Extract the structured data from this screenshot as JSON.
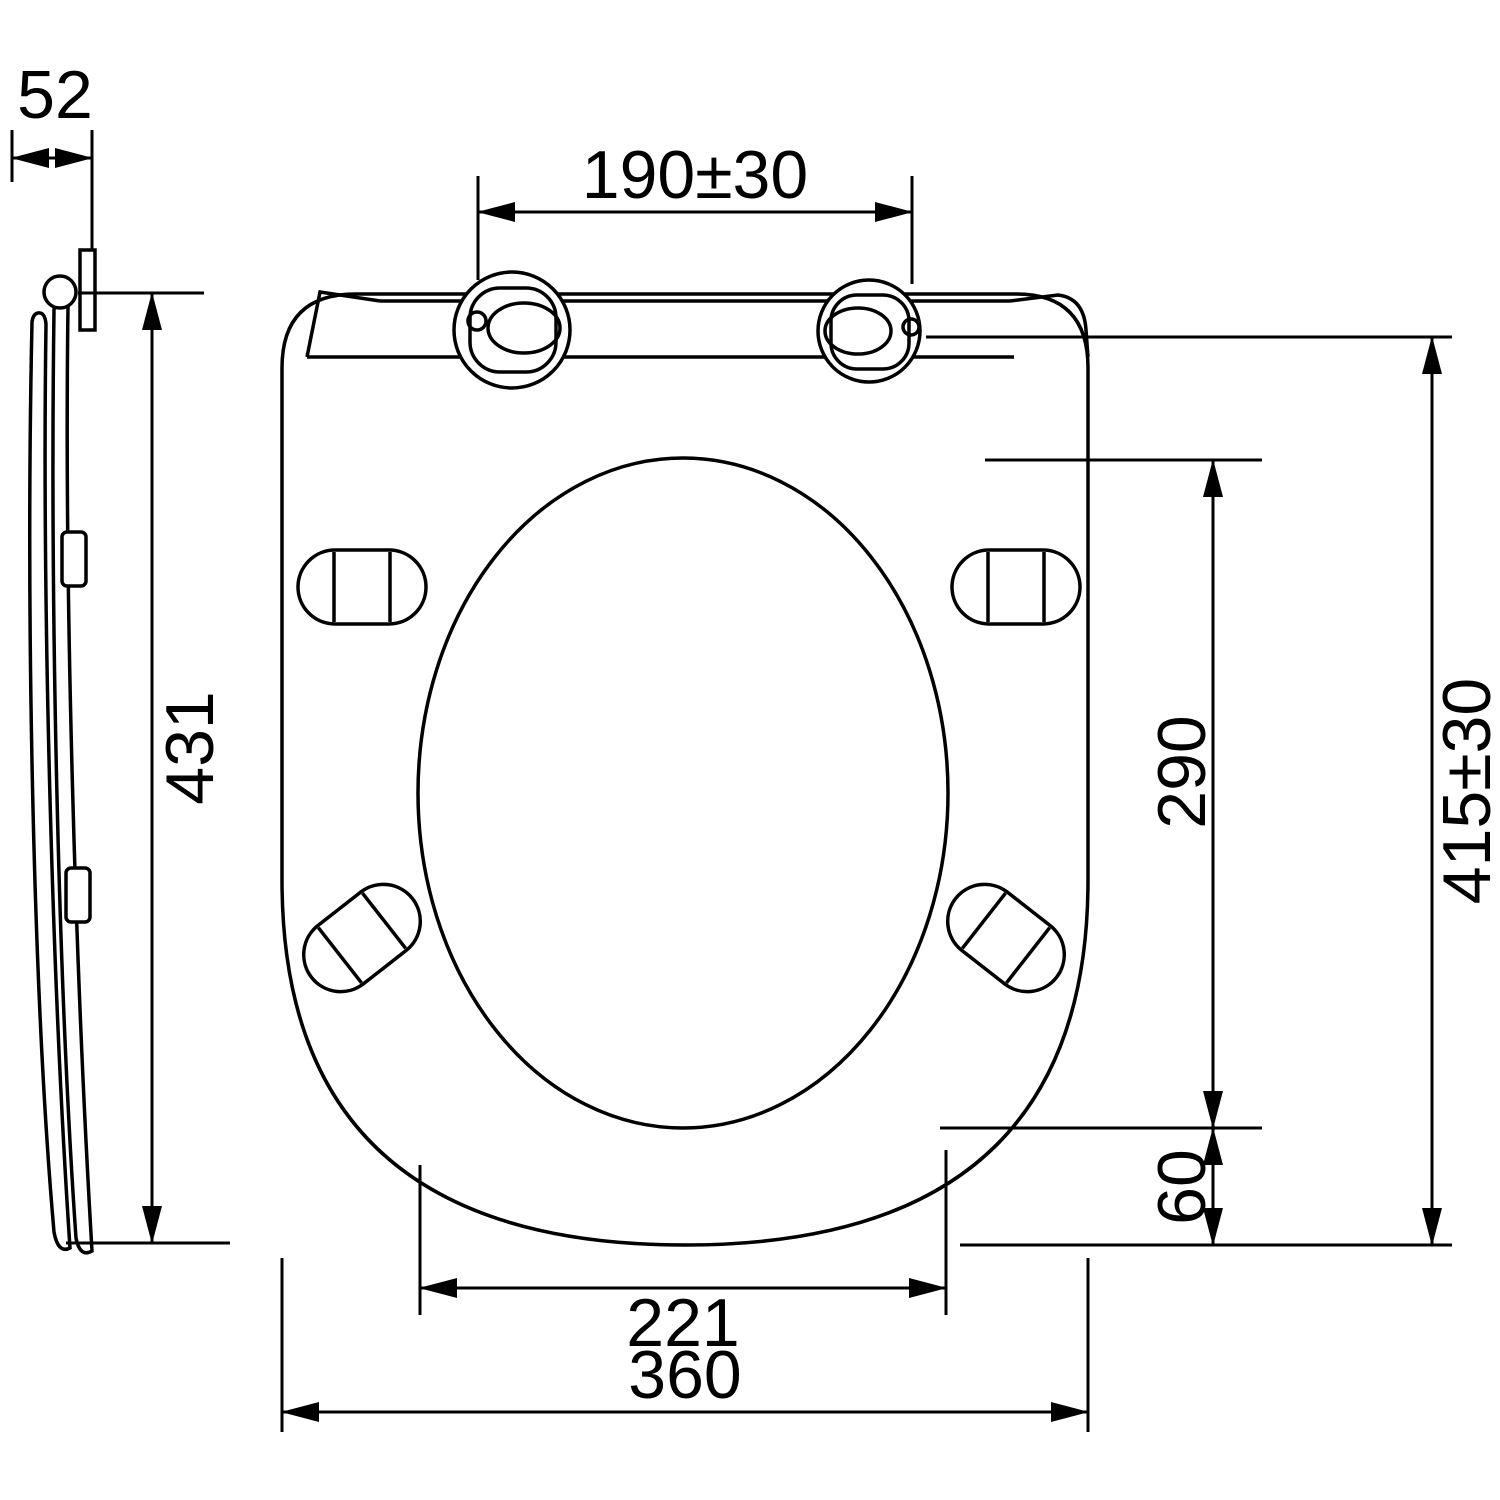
{
  "drawing": {
    "background_color": "#ffffff",
    "line_color": "#000000",
    "dimensions": {
      "thickness": "52",
      "side_length": "431",
      "hinge_spacing": "190±30",
      "inner_length": "290",
      "overall_length": "415±30",
      "front_gap": "60",
      "inner_width": "221",
      "overall_width": "360"
    }
  }
}
